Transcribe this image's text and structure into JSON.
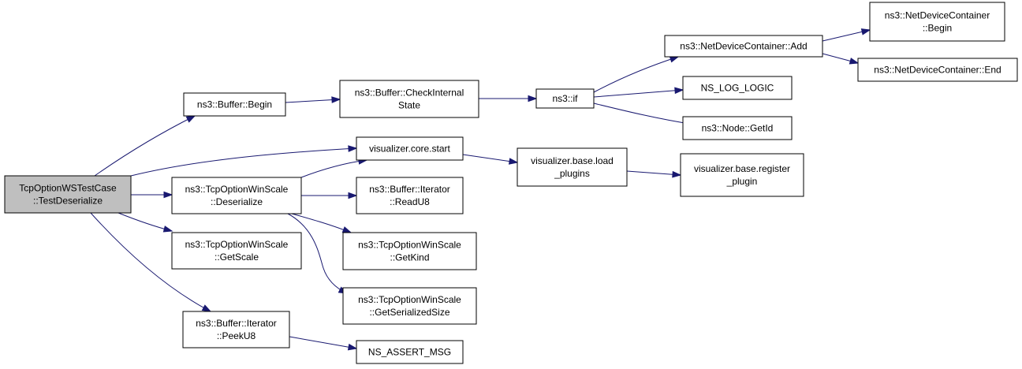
{
  "colors": {
    "edge": "#191970",
    "root_fill": "#bfbfbf",
    "node_fill": "#ffffff",
    "border": "#000000"
  },
  "nodes": [
    {
      "id": "n_root",
      "lines": [
        "TcpOptionWSTestCase",
        "::TestDeserialize"
      ],
      "root": true
    },
    {
      "id": "n_buf_begin",
      "lines": [
        "ns3::Buffer::Begin"
      ]
    },
    {
      "id": "n_checkinternal",
      "lines": [
        "ns3::Buffer::CheckInternal",
        "State"
      ]
    },
    {
      "id": "n_if",
      "lines": [
        "ns3::if"
      ]
    },
    {
      "id": "n_ndc_add",
      "lines": [
        "ns3::NetDeviceContainer::Add"
      ]
    },
    {
      "id": "n_ndc_begin",
      "lines": [
        "ns3::NetDeviceContainer",
        "::Begin"
      ]
    },
    {
      "id": "n_ndc_end",
      "lines": [
        "ns3::NetDeviceContainer::End"
      ]
    },
    {
      "id": "n_ns_log_logic",
      "lines": [
        "NS_LOG_LOGIC"
      ]
    },
    {
      "id": "n_node_getid",
      "lines": [
        "ns3::Node::GetId"
      ]
    },
    {
      "id": "n_vis_start",
      "lines": [
        "visualizer.core.start"
      ]
    },
    {
      "id": "n_vis_load",
      "lines": [
        "visualizer.base.load",
        "_plugins"
      ]
    },
    {
      "id": "n_vis_register",
      "lines": [
        "visualizer.base.register",
        "_plugin"
      ]
    },
    {
      "id": "n_wins_deser",
      "lines": [
        "ns3::TcpOptionWinScale",
        "::Deserialize"
      ]
    },
    {
      "id": "n_iter_readu8",
      "lines": [
        "ns3::Buffer::Iterator",
        "::ReadU8"
      ]
    },
    {
      "id": "n_wins_getkind",
      "lines": [
        "ns3::TcpOptionWinScale",
        "::GetKind"
      ]
    },
    {
      "id": "n_wins_getsersize",
      "lines": [
        "ns3::TcpOptionWinScale",
        "::GetSerializedSize"
      ]
    },
    {
      "id": "n_wins_getscale",
      "lines": [
        "ns3::TcpOptionWinScale",
        "::GetScale"
      ]
    },
    {
      "id": "n_iter_peeku8",
      "lines": [
        "ns3::Buffer::Iterator",
        "::PeekU8"
      ]
    },
    {
      "id": "n_ns_assert",
      "lines": [
        "NS_ASSERT_MSG"
      ]
    }
  ],
  "edges": [
    {
      "from": "n_root",
      "to": "n_buf_begin"
    },
    {
      "from": "n_root",
      "to": "n_vis_start"
    },
    {
      "from": "n_root",
      "to": "n_wins_deser"
    },
    {
      "from": "n_root",
      "to": "n_wins_getscale"
    },
    {
      "from": "n_root",
      "to": "n_iter_peeku8"
    },
    {
      "from": "n_buf_begin",
      "to": "n_checkinternal"
    },
    {
      "from": "n_checkinternal",
      "to": "n_if"
    },
    {
      "from": "n_if",
      "to": "n_ndc_add"
    },
    {
      "from": "n_if",
      "to": "n_ns_log_logic"
    },
    {
      "from": "n_if",
      "to": "n_node_getid"
    },
    {
      "from": "n_ndc_add",
      "to": "n_ndc_begin"
    },
    {
      "from": "n_ndc_add",
      "to": "n_ndc_end"
    },
    {
      "from": "n_vis_start",
      "to": "n_vis_load"
    },
    {
      "from": "n_vis_load",
      "to": "n_vis_register"
    },
    {
      "from": "n_wins_deser",
      "to": "n_vis_start"
    },
    {
      "from": "n_wins_deser",
      "to": "n_iter_readu8"
    },
    {
      "from": "n_wins_deser",
      "to": "n_wins_getkind"
    },
    {
      "from": "n_wins_deser",
      "to": "n_wins_getsersize"
    },
    {
      "from": "n_iter_peeku8",
      "to": "n_ns_assert"
    }
  ]
}
